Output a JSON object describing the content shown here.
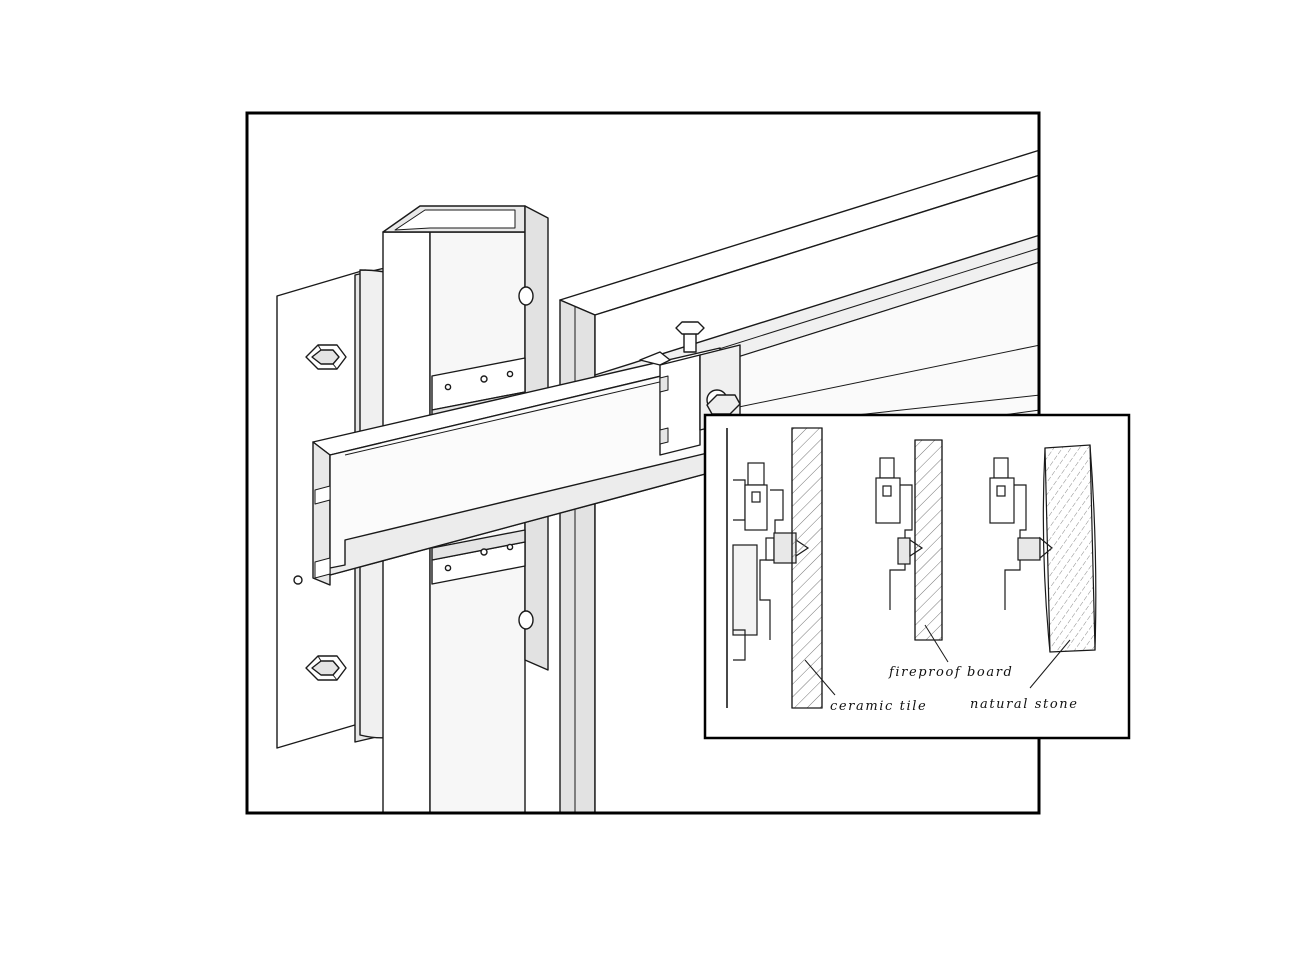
{
  "inset": {
    "labels": {
      "fireproof_board": "fireproof board",
      "ceramic_tile": "ceramic tile",
      "natural_stone": "natural stone"
    }
  },
  "colors": {
    "line": "#1a1a1a",
    "frame": "#000000",
    "metal_face": "#f4f4f4",
    "metal_shade": "#dcdcdc",
    "panel_fill": "#ffffff",
    "hatch": "#777777"
  }
}
